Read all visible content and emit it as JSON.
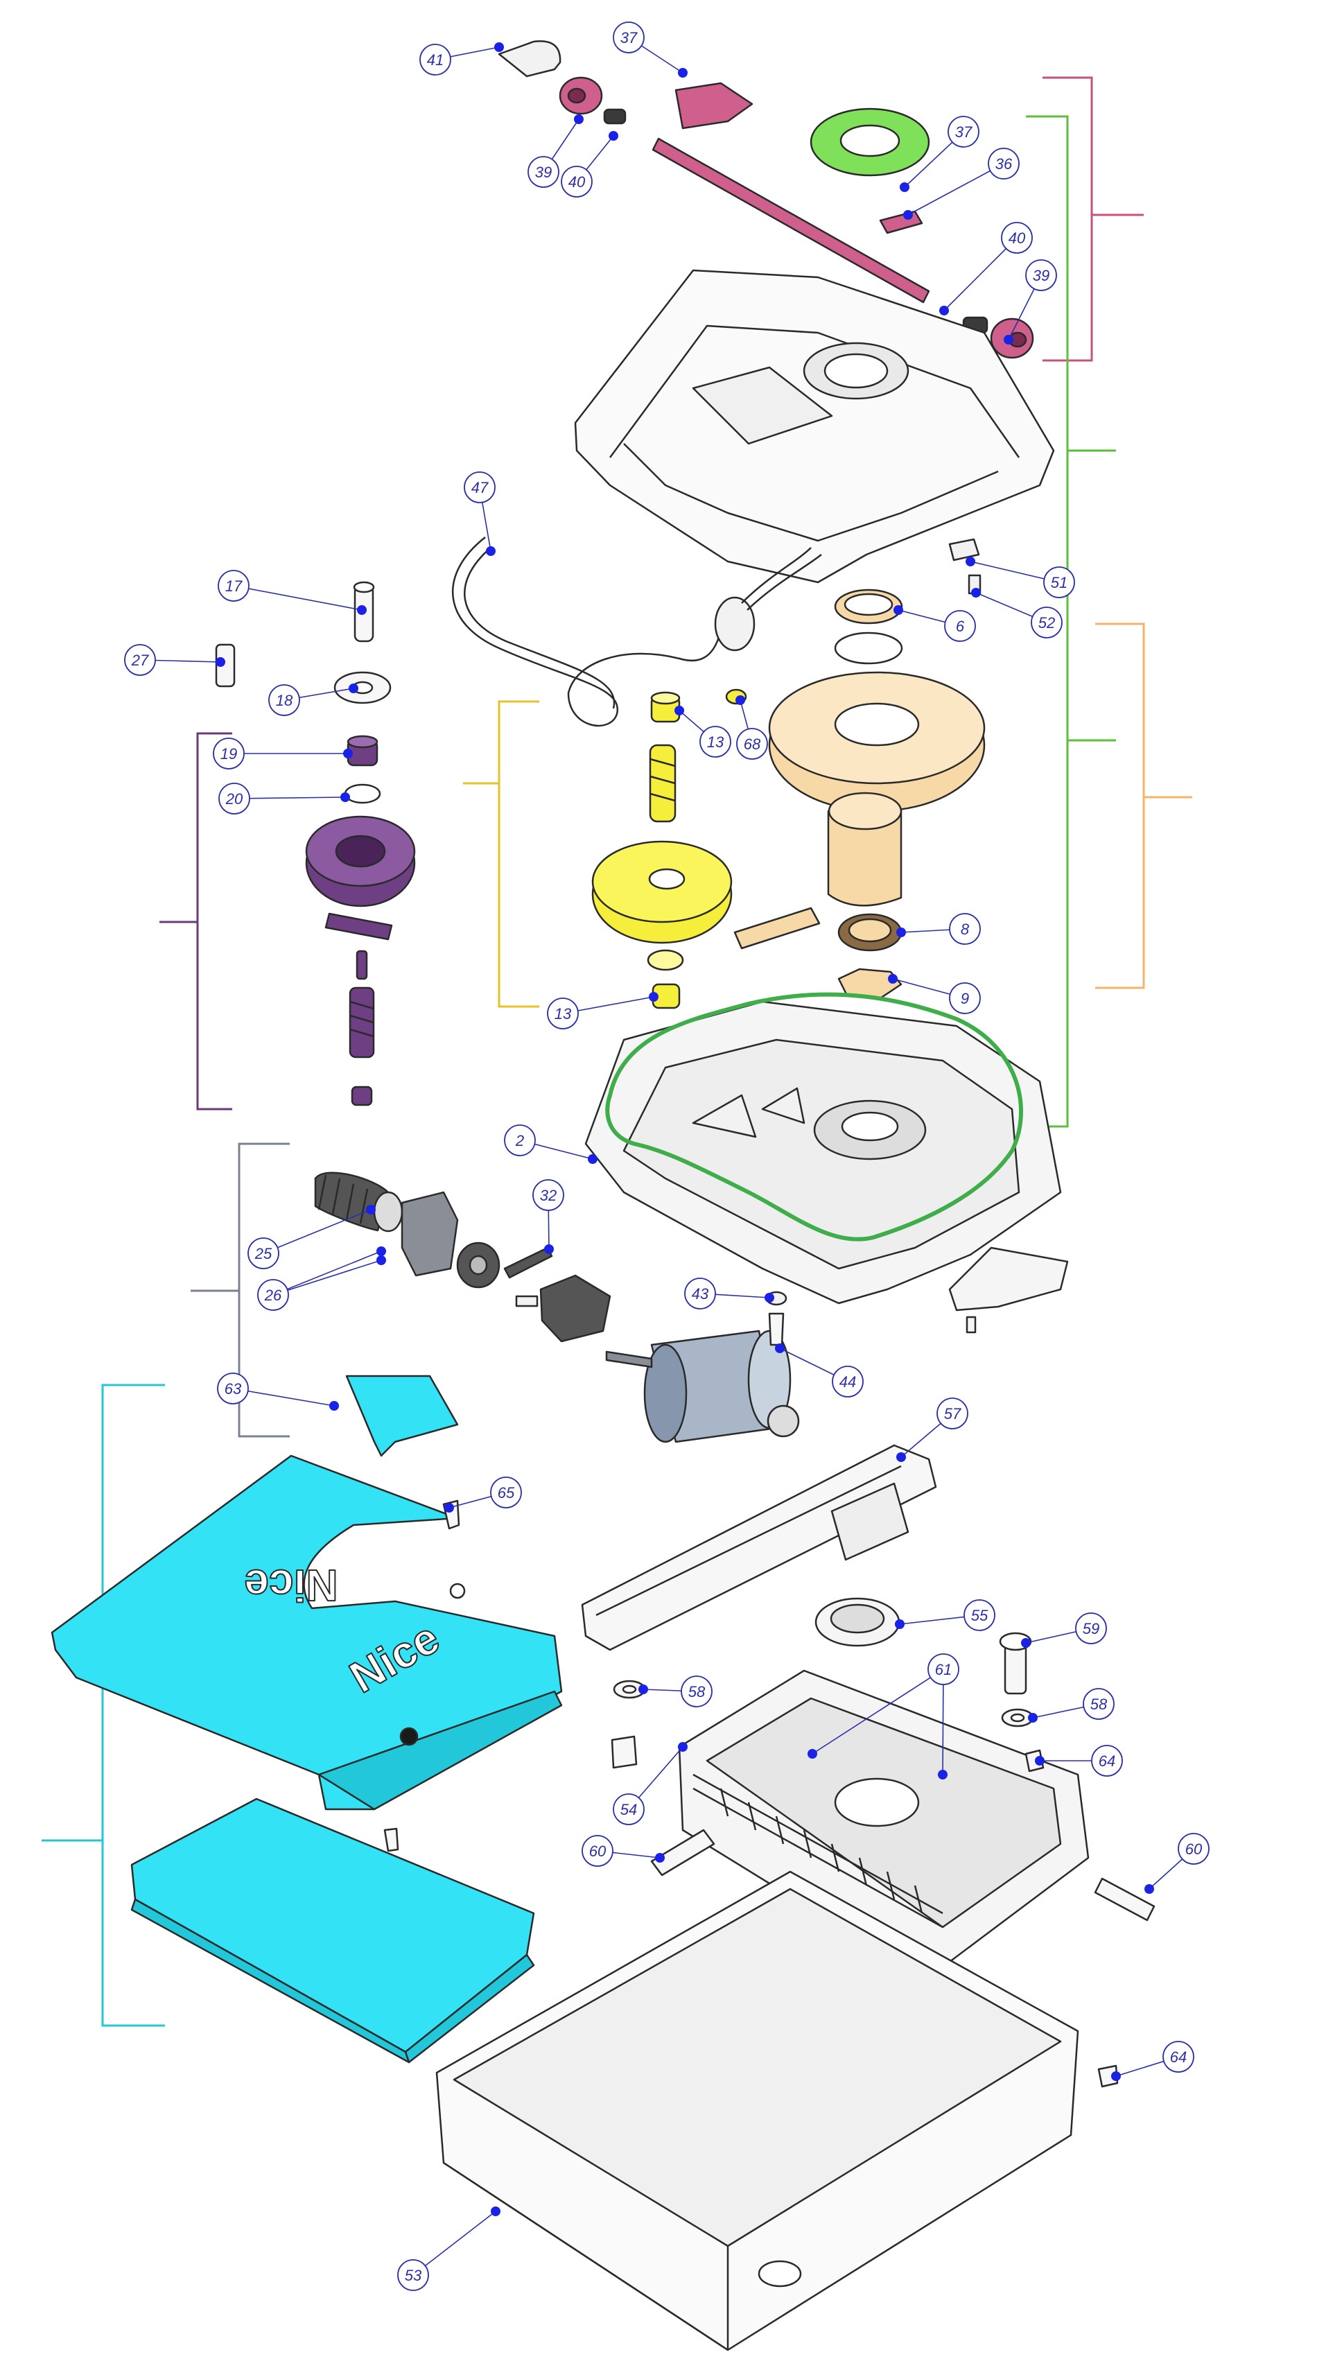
{
  "colors": {
    "callout": "#2b2fa8",
    "dot": "#1a22e8",
    "outline": "#2a2a2a",
    "top_cover_group": "#c9507c",
    "cover_group": "#5cbf3c",
    "main_gear_group": "#f3b36a",
    "yellow_group": "#e8c229",
    "purple_group": "#6b3a7a",
    "motor_group": "#7a8290",
    "cyan_group": "#27c6d6",
    "cyan_fill": "#33e3f5",
    "yellow_fill": "#f5ee3a",
    "tan_fill": "#f7d9a8",
    "purple_fill": "#6e3f82",
    "pink_fill": "#cf5f8d",
    "green_fill": "#7fe05a",
    "motor_fill": "#a9b6c8",
    "seal_green": "#3fae4a"
  },
  "brand_logo": "Nice",
  "callouts": [
    {
      "id": "c41",
      "label": "41"
    },
    {
      "id": "c37a",
      "label": "37"
    },
    {
      "id": "c39a",
      "label": "39"
    },
    {
      "id": "c40a",
      "label": "40"
    },
    {
      "id": "c37b",
      "label": "37"
    },
    {
      "id": "c36",
      "label": "36"
    },
    {
      "id": "c40b",
      "label": "40"
    },
    {
      "id": "c39b",
      "label": "39"
    },
    {
      "id": "c47",
      "label": "47"
    },
    {
      "id": "c51",
      "label": "51"
    },
    {
      "id": "c52",
      "label": "52"
    },
    {
      "id": "c17",
      "label": "17"
    },
    {
      "id": "c27",
      "label": "27"
    },
    {
      "id": "c18",
      "label": "18"
    },
    {
      "id": "c6",
      "label": "6"
    },
    {
      "id": "c13a",
      "label": "13"
    },
    {
      "id": "c68",
      "label": "68"
    },
    {
      "id": "c19",
      "label": "19"
    },
    {
      "id": "c20",
      "label": "20"
    },
    {
      "id": "c8",
      "label": "8"
    },
    {
      "id": "c9",
      "label": "9"
    },
    {
      "id": "c13b",
      "label": "13"
    },
    {
      "id": "c2",
      "label": "2"
    },
    {
      "id": "c32",
      "label": "32"
    },
    {
      "id": "c25",
      "label": "25"
    },
    {
      "id": "c26",
      "label": "26"
    },
    {
      "id": "c43",
      "label": "43"
    },
    {
      "id": "c44",
      "label": "44"
    },
    {
      "id": "c63",
      "label": "63"
    },
    {
      "id": "c57",
      "label": "57"
    },
    {
      "id": "c65",
      "label": "65"
    },
    {
      "id": "c55",
      "label": "55"
    },
    {
      "id": "c59",
      "label": "59"
    },
    {
      "id": "c58a",
      "label": "58"
    },
    {
      "id": "c61",
      "label": "61"
    },
    {
      "id": "c58b",
      "label": "58"
    },
    {
      "id": "c64a",
      "label": "64"
    },
    {
      "id": "c54",
      "label": "54"
    },
    {
      "id": "c60a",
      "label": "60"
    },
    {
      "id": "c60b",
      "label": "60"
    },
    {
      "id": "c64b",
      "label": "64"
    },
    {
      "id": "c53",
      "label": "53"
    }
  ]
}
